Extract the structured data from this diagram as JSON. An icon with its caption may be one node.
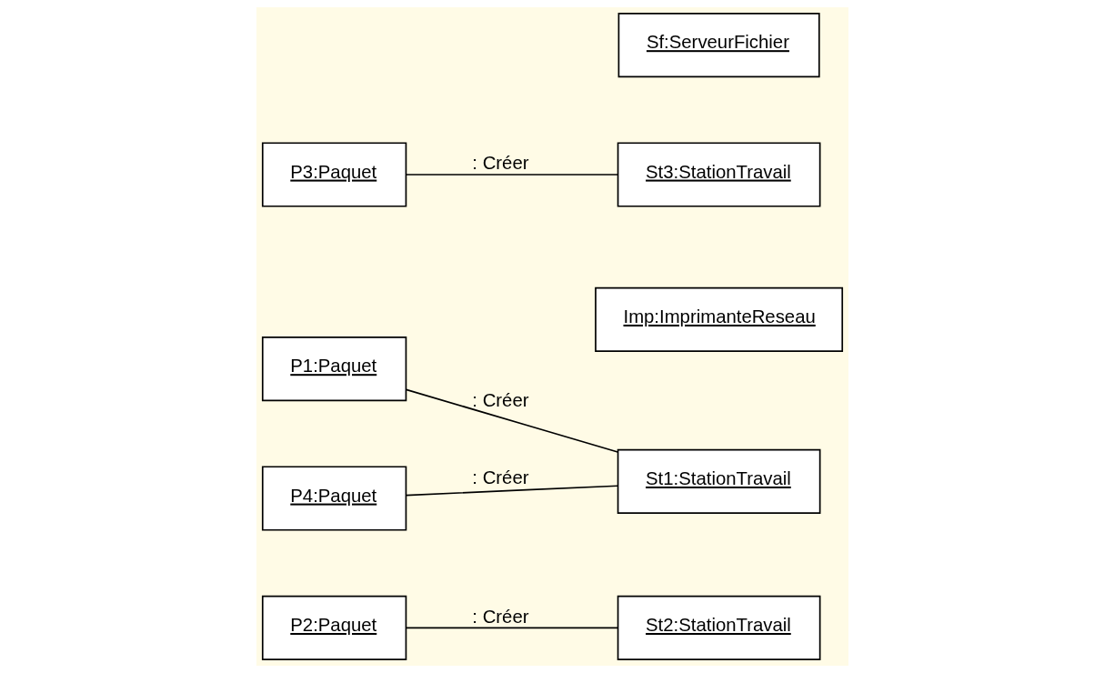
{
  "diagram": {
    "nodes": [
      {
        "text": [
          "P2:Paquet"
        ]
      },
      {
        "text": [
          "P1:Paquet"
        ]
      },
      {
        "text": [
          "St1:StationTravail"
        ]
      },
      {
        "text": [
          "St2:StationTravail"
        ]
      },
      {
        "text": [
          "P4:Paquet"
        ]
      },
      {
        "text": [
          "Imp:ImprimanteReseau"
        ]
      },
      {
        "text": [
          "P3:Paquet"
        ]
      },
      {
        "text": [
          "St3:StationTravail"
        ]
      },
      {
        "text": [
          "Sf:ServeurFichier"
        ]
      }
    ],
    "edges": [
      {
        "from": 2,
        "to": 1,
        "arrow": "none",
        "label": ": Créer"
      },
      {
        "from": 2,
        "to": 4,
        "arrow": "none",
        "label": ": Créer"
      },
      {
        "from": 3,
        "to": 0,
        "arrow": "none",
        "label": ": Créer"
      },
      {
        "from": 7,
        "to": 6,
        "arrow": "none",
        "label": ": Créer"
      }
    ]
  }
}
